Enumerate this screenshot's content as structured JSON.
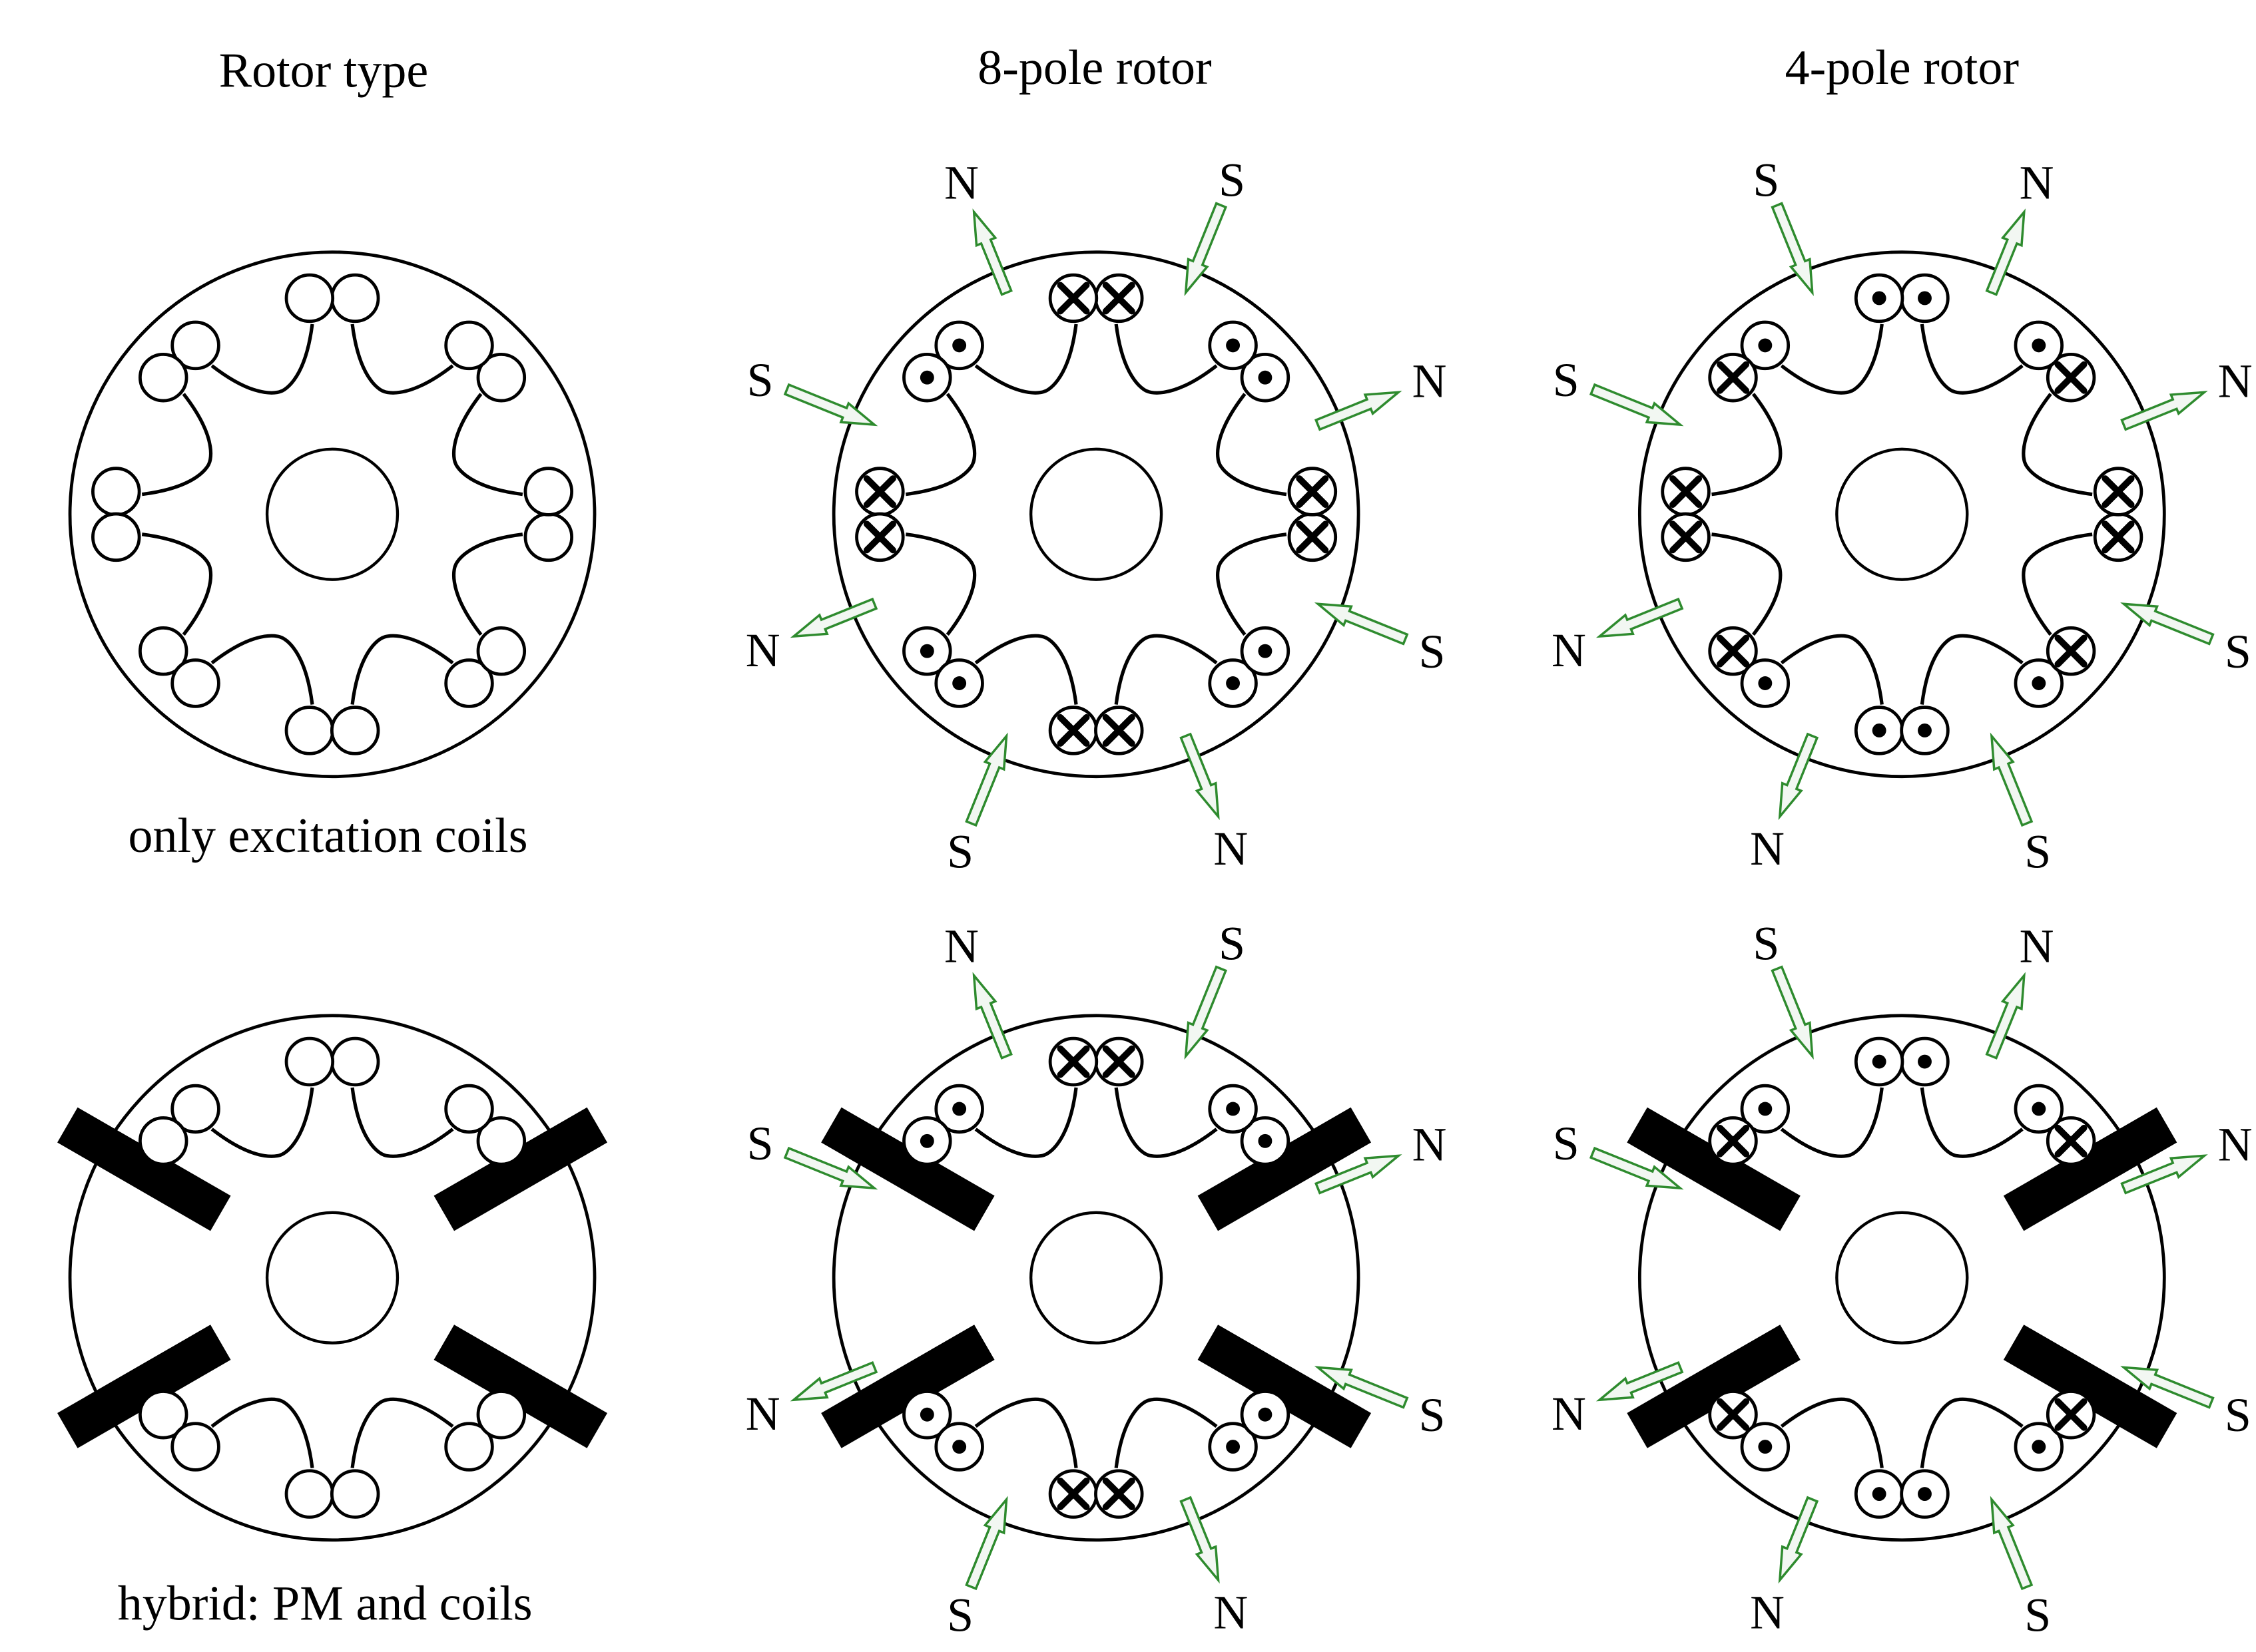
{
  "headers": [
    "Rotor type",
    "8-pole rotor",
    "4-pole rotor"
  ],
  "row_labels": [
    "only excitation coils",
    "hybrid: PM and coils"
  ],
  "pole_labels": {
    "north": "N",
    "south": "S"
  },
  "conductor_symbols": [
    "dot (current out of page)",
    "cross (current into page)"
  ],
  "colors": {
    "arrow_fill": "#f2f7f2",
    "arrow_stroke": "#2e8b2e",
    "outline": "#000000",
    "magnet": "#000000"
  }
}
